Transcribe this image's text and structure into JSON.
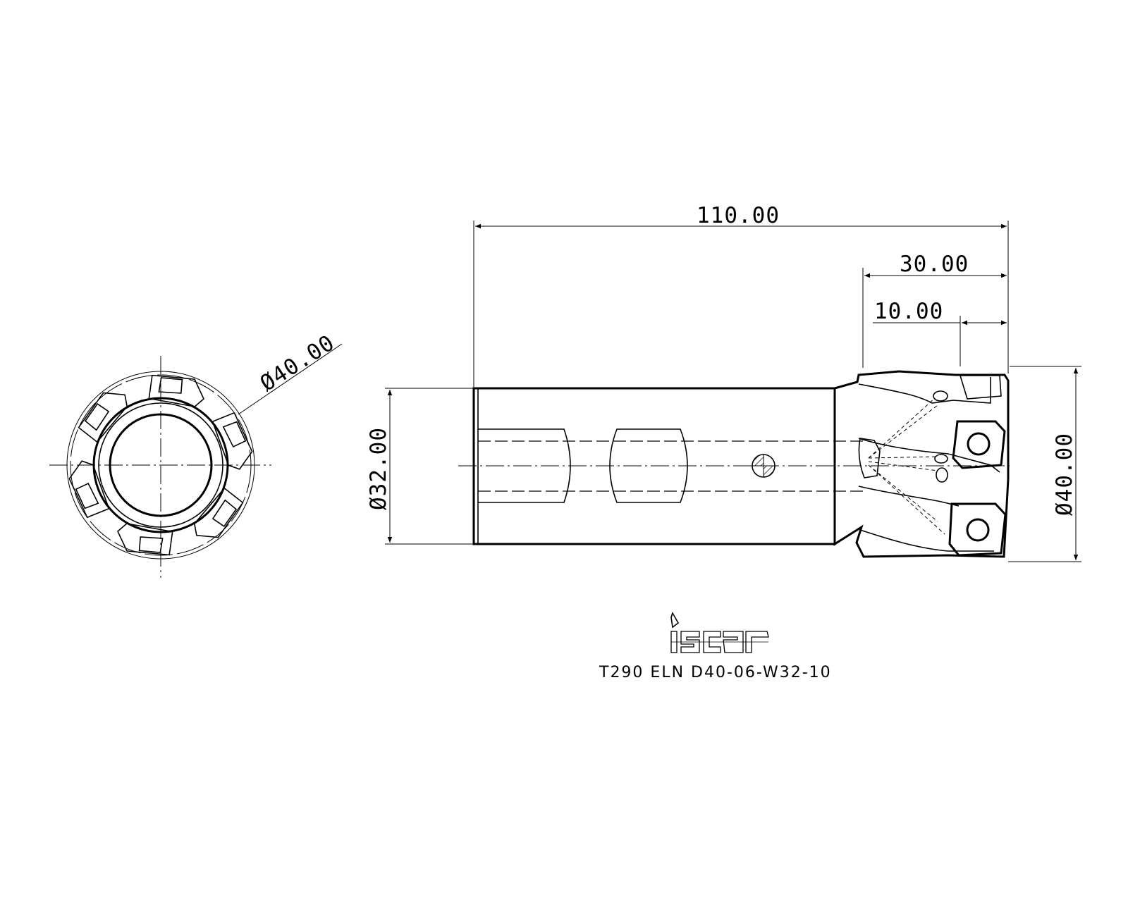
{
  "dimensions": {
    "overall_length": "110.00",
    "head_length": "30.00",
    "insert_offset": "10.00",
    "shank_diameter": "Ø32.00",
    "cut_diameter_side": "Ø40.00",
    "cut_diameter_end": "Ø40.00"
  },
  "brand": {
    "logo_text": "iscar"
  },
  "part_number": "T290 ELN D40-06-W32-10"
}
